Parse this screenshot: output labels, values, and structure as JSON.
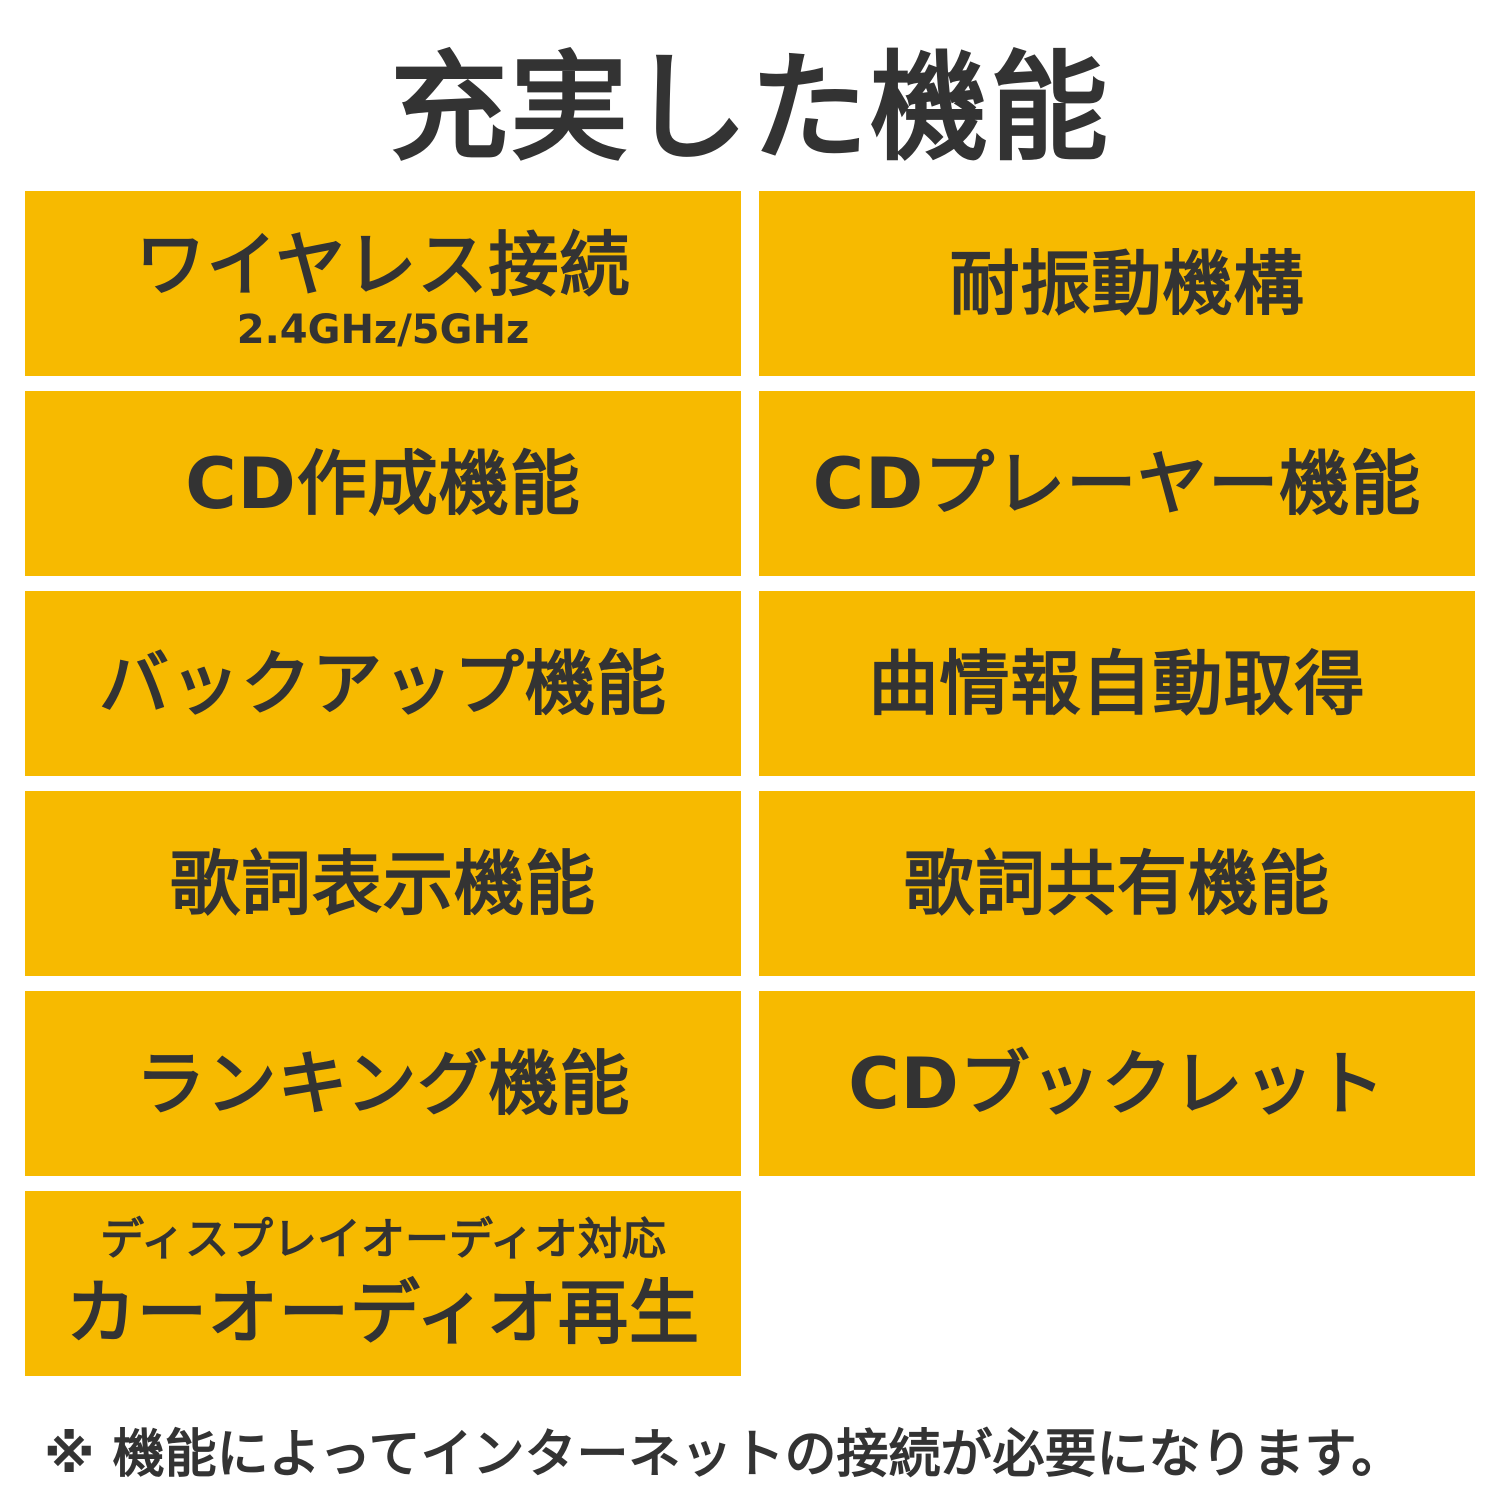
{
  "title": "充実した機能",
  "features": [
    {
      "label": "ワイヤレス接続",
      "sub": "2.4GHz/5GHz"
    },
    {
      "label": "耐振動機構"
    },
    {
      "label": "CD作成機能"
    },
    {
      "label": "CDプレーヤー機能"
    },
    {
      "label": "バックアップ機能"
    },
    {
      "label": "曲情報自動取得"
    },
    {
      "label": "歌詞表示機能"
    },
    {
      "label": "歌詞共有機能"
    },
    {
      "label": "ランキング機能"
    },
    {
      "label": "CDブックレット"
    },
    {
      "pre": "ディスプレイオーディオ対応",
      "label": "カーオーディオ再生"
    }
  ],
  "footnote": "※ 機能によってインターネットの接続が必要になります。",
  "colors": {
    "tile_background": "#f7ba00",
    "text": "#333333",
    "page_background": "#ffffff"
  }
}
